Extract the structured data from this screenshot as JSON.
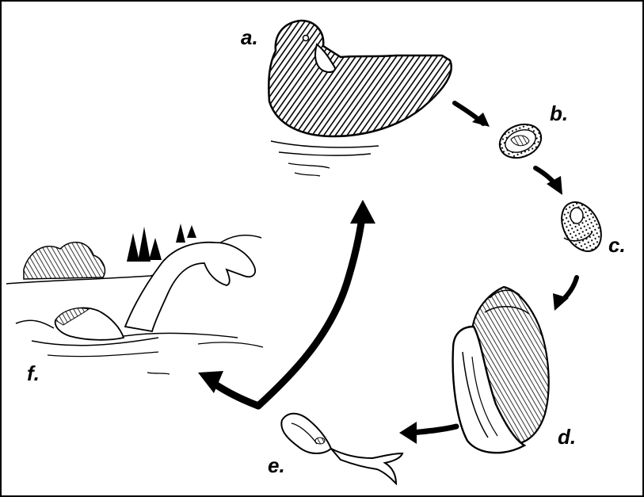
{
  "diagram": {
    "stage_labels": {
      "a": "a.",
      "b": "b.",
      "c": "c.",
      "d": "d.",
      "e": "e.",
      "f": "f."
    },
    "stages": [
      {
        "key": "a",
        "icon": "duck-icon"
      },
      {
        "key": "b",
        "icon": "egg-icon"
      },
      {
        "key": "c",
        "icon": "miracidium-icon"
      },
      {
        "key": "d",
        "icon": "snail-icon"
      },
      {
        "key": "e",
        "icon": "cercaria-icon"
      },
      {
        "key": "f",
        "icon": "swimmer-icon"
      }
    ],
    "colors": {
      "ink": "#000000",
      "background": "#ffffff"
    }
  }
}
